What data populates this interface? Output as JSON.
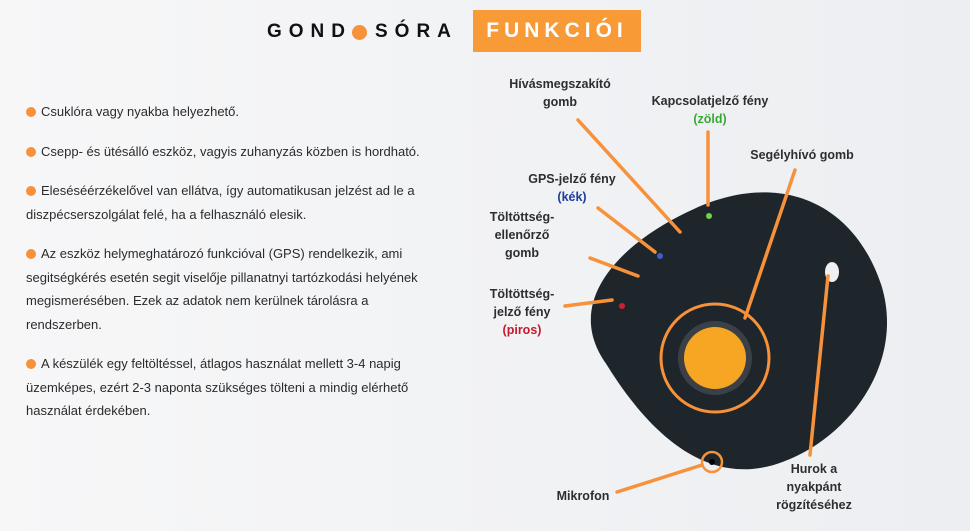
{
  "header": {
    "brand_left": "GOND",
    "brand_right": "SÓRA",
    "title": "FUNKCIÓI"
  },
  "features": [
    "Csuklóra vagy nyakba helyezhető.",
    "Csepp- és ütésálló eszköz, vagyis zuhanyzás közben is hordható.",
    "Eleséséérzékelővel van ellátva, így automatikusan jelzést ad le a diszpécserszolgálat felé, ha a felhasználó elesik.",
    "Az eszköz helymeghatározó funkcióval (GPS) rendelkezik, ami segitségkérés esetén segit viselője pillanatnyi tartózkodási helyének megismerésében. Ezek az adatok nem kerülnek tárolásra a rendszerben.",
    "A készülék egy feltöltéssel, átlagos használat mellett 3-4 napig üzemképes, ezért 2-3 naponta szükséges tölteni a mindig elérhető használat érdekében."
  ],
  "labels": {
    "hangup": "Hívásmegszakító gomb",
    "connection": "Kapcsolatjelző fény",
    "connection_color": "(zöld)",
    "sos": "Segélyhívó gomb",
    "gps": "GPS-jelző fény",
    "gps_color": "(kék)",
    "battery_check": "Töltöttség-ellenőrző gomb",
    "battery_light": "Töltöttség-jelző fény",
    "battery_light_color": "(piros)",
    "loop": "Hurok a nyakpánt rögzítéséhez",
    "mic": "Mikrofon"
  },
  "colors": {
    "accent": "#f89a36",
    "device": "#1e262c",
    "button": "#f7a623"
  }
}
